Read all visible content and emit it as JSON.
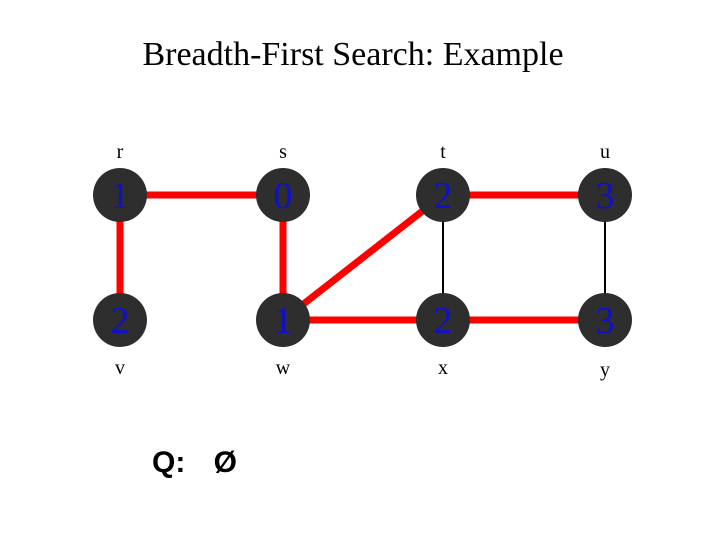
{
  "title": "Breadth-First Search: Example",
  "colors": {
    "node_fill": "#2e2e2e",
    "node_text": "#1010c8",
    "tree_edge": "#ff0000",
    "plain_edge": "#000000",
    "label": "#000000"
  },
  "nodes": [
    {
      "id": "r",
      "name": "r",
      "distance": "1"
    },
    {
      "id": "s",
      "name": "s",
      "distance": "0"
    },
    {
      "id": "t",
      "name": "t",
      "distance": "2"
    },
    {
      "id": "u",
      "name": "u",
      "distance": "3"
    },
    {
      "id": "v",
      "name": "v",
      "distance": "2"
    },
    {
      "id": "w",
      "name": "w",
      "distance": "1"
    },
    {
      "id": "x",
      "name": "x",
      "distance": "2"
    },
    {
      "id": "y",
      "name": "y",
      "distance": "3"
    }
  ],
  "edges": [
    {
      "from": "r",
      "to": "s",
      "tree_edge": true
    },
    {
      "from": "r",
      "to": "v",
      "tree_edge": true
    },
    {
      "from": "s",
      "to": "w",
      "tree_edge": true
    },
    {
      "from": "w",
      "to": "t",
      "tree_edge": true
    },
    {
      "from": "w",
      "to": "x",
      "tree_edge": true
    },
    {
      "from": "t",
      "to": "u",
      "tree_edge": true
    },
    {
      "from": "x",
      "to": "y",
      "tree_edge": true
    },
    {
      "from": "t",
      "to": "x",
      "tree_edge": false
    },
    {
      "from": "u",
      "to": "y",
      "tree_edge": false
    }
  ],
  "queue": {
    "label": "Q:",
    "value": "Ø"
  }
}
